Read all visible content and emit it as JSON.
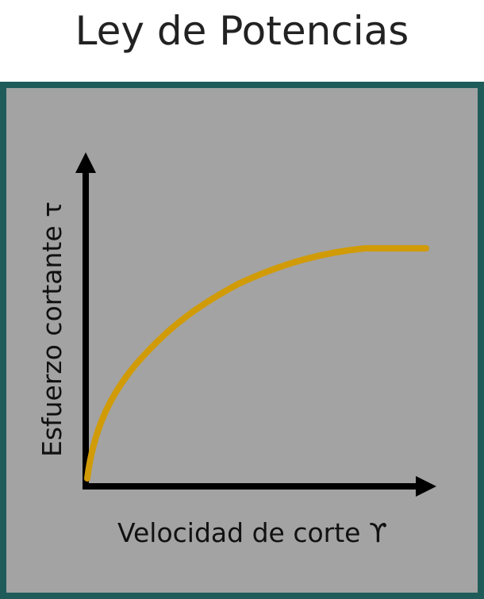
{
  "title": "Ley de Potencias",
  "diagram": {
    "y_axis_label": "Esfuerzo cortante τ",
    "x_axis_label": "Velocidad de corte ϒ",
    "colors": {
      "frame": "#1e5b59",
      "background": "#a3a3a3",
      "axes": "#000000",
      "curve": "#d19b07"
    }
  }
}
